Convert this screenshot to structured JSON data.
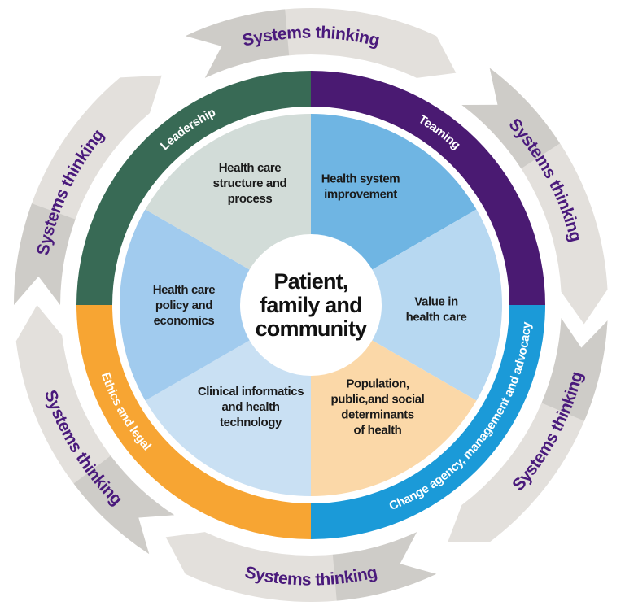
{
  "diagram": {
    "center": {
      "lines": [
        "Patient,",
        "family and",
        "community"
      ],
      "color": "#ffffff"
    },
    "slices": [
      {
        "lines": [
          "Health system",
          "improvement"
        ],
        "color": "#6fb5e3"
      },
      {
        "lines": [
          "Value in",
          "health care"
        ],
        "color": "#b7d8f1"
      },
      {
        "lines": [
          "Population,",
          "public,and social",
          "determinants",
          "of health"
        ],
        "color": "#fbd8a8"
      },
      {
        "lines": [
          "Clinical informatics",
          "and health",
          "technology"
        ],
        "color": "#c9e0f3"
      },
      {
        "lines": [
          "Health care",
          "policy and",
          "economics"
        ],
        "color": "#a1cbee"
      },
      {
        "lines": [
          "Health care",
          "structure and",
          "process"
        ],
        "color": "#d2dcd8"
      }
    ],
    "ring_segments": [
      {
        "label": "Teaming",
        "color": "#4a1a72"
      },
      {
        "label": "Change agency, management and advocacy",
        "color": "#1b9ad8"
      },
      {
        "label": "Ethics and legal",
        "color": "#f7a533"
      },
      {
        "label": "Leadership",
        "color": "#386a55"
      }
    ],
    "outer_arrows": [
      {
        "label": "Systems thinking"
      },
      {
        "label": "Systems thinking"
      },
      {
        "label": "Systems thinking"
      },
      {
        "label": "Systems thinking"
      },
      {
        "label": "Systems thinking"
      },
      {
        "label": "Systems thinking"
      }
    ],
    "arrow_color_light": "#e6e3df",
    "arrow_color_dark": "#bdbbb8",
    "arrow_text_color": "#4a1a7c"
  }
}
